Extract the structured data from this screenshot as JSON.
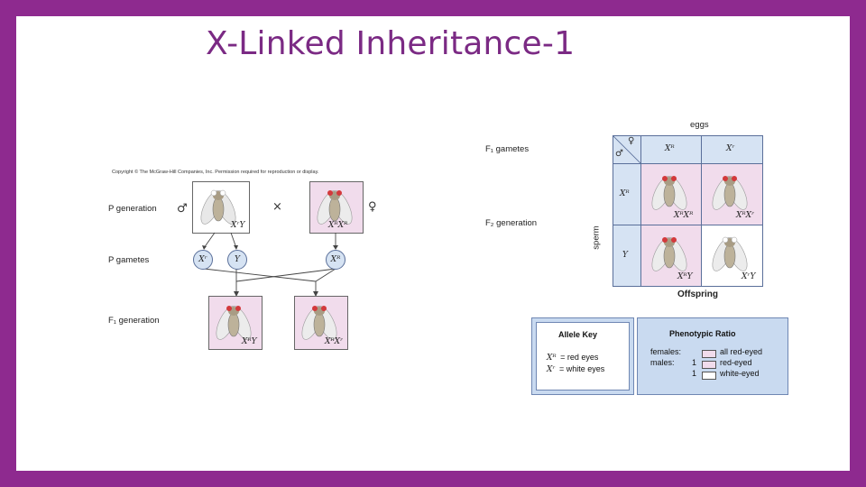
{
  "slide": {
    "title": "X-Linked Inheritance-1"
  },
  "left_figure": {
    "copyright": "Copyright © The McGraw-Hill Companies, Inc. Permission required for reproduction or display.",
    "p_generation_label": "P generation",
    "p_gametes_label": "P gametes",
    "f1_generation_label": "F₁ generation",
    "cross_symbol": "×",
    "male_symbol": "♂",
    "female_symbol": "♀",
    "p_male_genotype": "XʳY",
    "p_female_genotype": "XᴿXᴿ",
    "gamete_1": "Xʳ",
    "gamete_2": "Y",
    "gamete_3": "Xᴿ",
    "f1_male_genotype": "XᴿY",
    "f1_female_genotype": "XᴿXʳ"
  },
  "right_figure": {
    "eggs_label": "eggs",
    "sperm_label": "sperm",
    "f1_gametes_label": "F₁ gametes",
    "f2_generation_label": "F₂ generation",
    "offspring_label": "Offspring",
    "corner_female": "♀",
    "corner_male": "♂",
    "egg_col_1": "Xᴿ",
    "egg_col_2": "Xʳ",
    "sperm_row_1": "Xᴿ",
    "sperm_row_2": "Y",
    "cell_1_1": "XᴿXᴿ",
    "cell_1_2": "XᴿXʳ",
    "cell_2_1": "XᴿY",
    "cell_2_2": "XʳY"
  },
  "allele_key": {
    "title": "Allele Key",
    "line_1_allele": "Xᴿ",
    "line_1_text": "= red eyes",
    "line_2_allele": "Xʳ",
    "line_2_text": "= white eyes"
  },
  "phenotypic_ratio": {
    "title": "Phenotypic Ratio",
    "females_label": "females:",
    "females_text": "all red-eyed",
    "males_label": "males:",
    "males_count_1": "1",
    "males_text_1": "red-eyed",
    "males_count_2": "1",
    "males_text_2": "white-eyed"
  },
  "colors": {
    "frame": "#8e2a8f",
    "title": "#7b2a84",
    "red_eyed_fill": "#f1dcec",
    "header_fill": "#d6e3f3"
  }
}
